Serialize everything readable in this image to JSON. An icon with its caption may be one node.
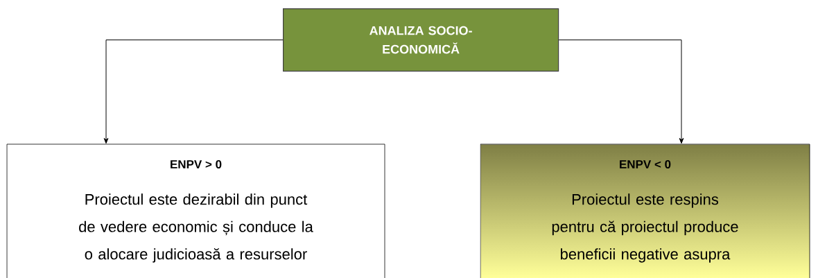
{
  "diagram": {
    "nodes": [
      {
        "text": [
          "ANALIZA SOCIO-ECONOMICĂ"
        ]
      },
      {
        "text": [
          "ENPV > 0",
          "Proiectul este dezirabil din punct de vedere economic și conduce la o alocare judicioasă a resurselor"
        ]
      },
      {
        "text": [
          "ENPV < 0",
          "Proiectul este respins pentru că proiectul produce beneficii negative asupra"
        ]
      }
    ],
    "edges": [
      {
        "from": 0,
        "to": 1,
        "arrow": "to"
      },
      {
        "from": 0,
        "to": 2,
        "arrow": "to"
      }
    ]
  }
}
